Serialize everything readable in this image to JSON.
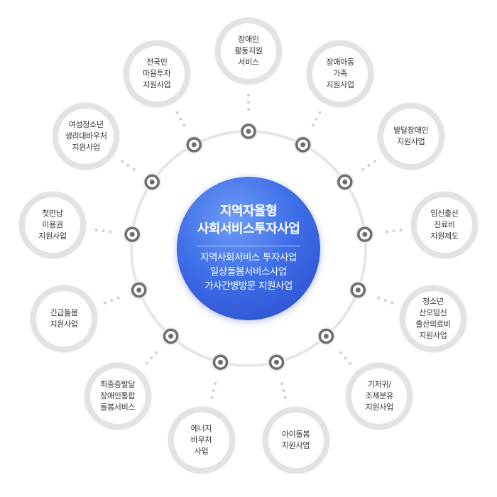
{
  "center": {
    "title": "지역자율형\n사회서비스투자사업",
    "subtitles": [
      "지역사회서비스 투자사업",
      "일상돌봄서비스사업",
      "가사간병방문 지원사업"
    ]
  },
  "colors": {
    "center_top": "#6f9cf6",
    "center_bottom": "#2a49c9",
    "ring": "#e6e6e6",
    "node_border": "#e3e3e3",
    "marker_ring": "#6e6e6e",
    "dots": "#d0d0d0",
    "text": "#333333"
  },
  "programs": [
    {
      "label": "장애인\n활동지원\n서비스",
      "icon": "circle-marker-icon"
    },
    {
      "label": "장애아동\n가족\n지원사업",
      "icon": "circle-marker-icon"
    },
    {
      "label": "발달장애인\n지원사업",
      "icon": "circle-marker-icon"
    },
    {
      "label": "임신출산\n진료비\n지원제도",
      "icon": "circle-marker-icon"
    },
    {
      "label": "청소년\n산모임신\n출산의료비\n지원사업",
      "icon": "circle-marker-icon"
    },
    {
      "label": "기저귀/\n조제분유\n지원사업",
      "icon": "circle-marker-icon"
    },
    {
      "label": "아이돌봄\n지원사업",
      "icon": "circle-marker-icon"
    },
    {
      "label": "에너지\n바우처\n사업",
      "icon": "circle-marker-icon"
    },
    {
      "label": "최중증발달\n장애인통합\n돌봄서비스",
      "icon": "circle-marker-icon"
    },
    {
      "label": "긴급돌봄\n지원사업",
      "icon": "circle-marker-icon"
    },
    {
      "label": "첫만남\n이용권\n지원사업",
      "icon": "circle-marker-icon"
    },
    {
      "label": "여성청소년\n생리대바우처\n지원사업",
      "icon": "circle-marker-icon"
    },
    {
      "label": "전국민\n마음투자\n지원사업",
      "icon": "circle-marker-icon"
    }
  ]
}
